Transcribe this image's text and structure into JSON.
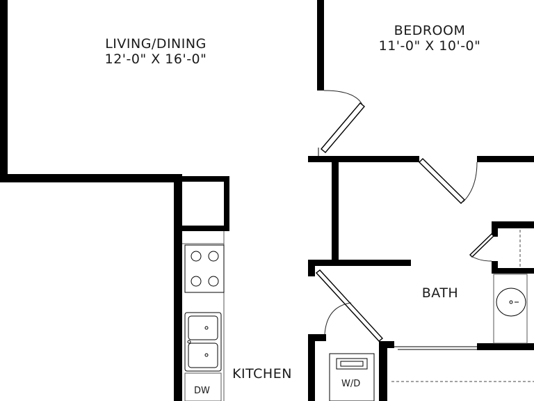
{
  "rooms": {
    "living": {
      "name": "LIVING/DINING",
      "dims": "12'-0\" X 16'-0\""
    },
    "bedroom": {
      "name": "BEDROOM",
      "dims": "11'-0\" X 10'-0\""
    },
    "bath": {
      "name": "BATH"
    },
    "kitchen": {
      "name": "KITCHEN"
    }
  },
  "fixtures": {
    "dishwasher": "DW",
    "washer_dryer": "W/D"
  }
}
